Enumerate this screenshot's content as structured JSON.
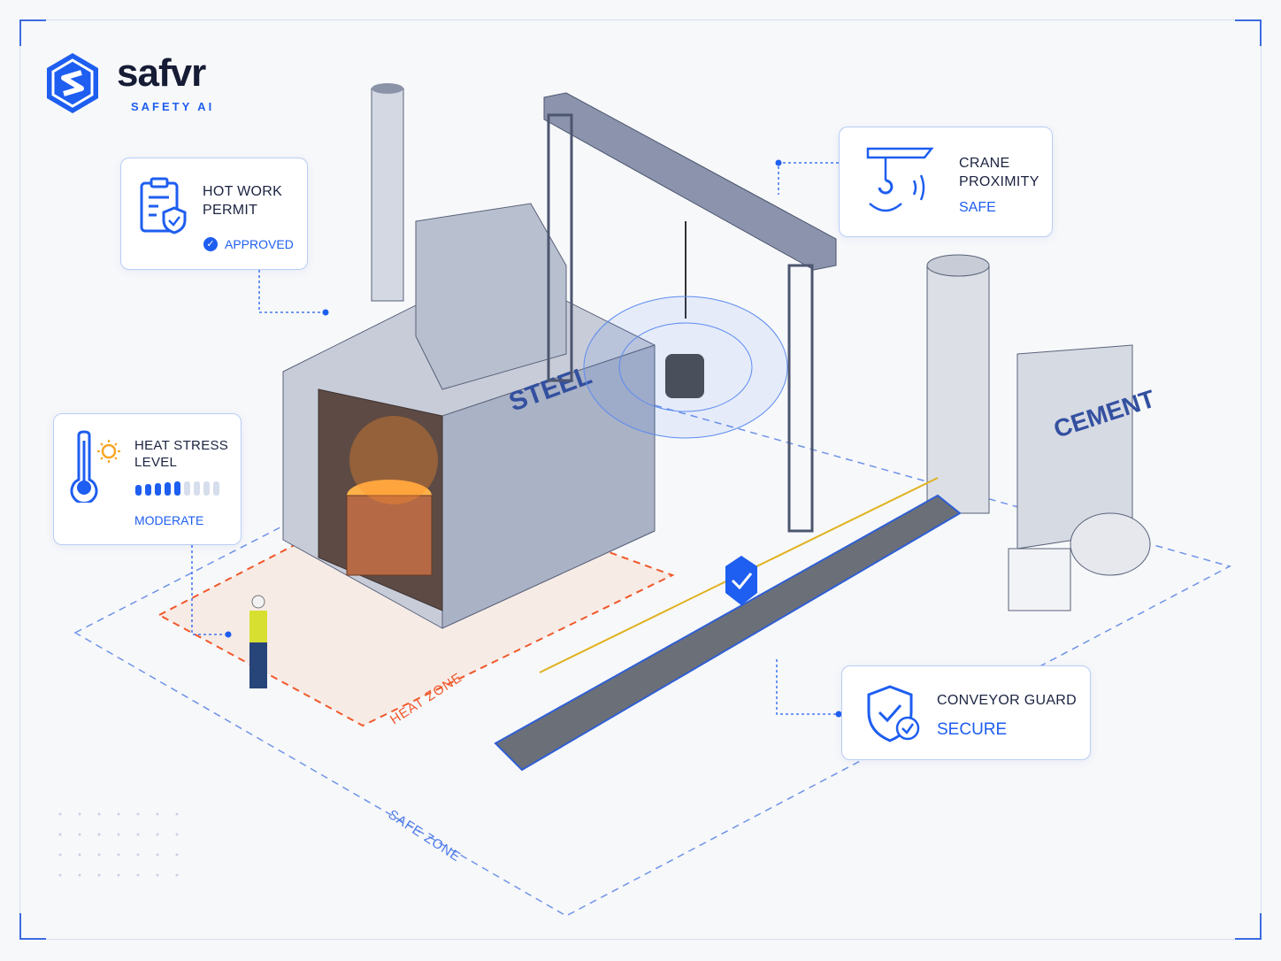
{
  "brand": {
    "name": "safvr",
    "tagline": "SAFETY AI"
  },
  "cards": {
    "hot_work": {
      "title_1": "HOT WORK",
      "title_2": "PERMIT",
      "status": "APPROVED"
    },
    "heat_stress": {
      "title_1": "HEAT STRESS",
      "title_2": "LEVEL",
      "status": "MODERATE",
      "level": 5,
      "level_max": 9
    },
    "crane": {
      "title_1": "CRANE",
      "title_2": "PROXIMITY",
      "status": "SAFE"
    },
    "conveyor": {
      "title": "CONVEYOR GUARD",
      "status": "SECURE"
    }
  },
  "buildings": {
    "steel": "STEEL",
    "cement": "CEMENT"
  },
  "zones": {
    "heat": "HEAT ZONE",
    "safe": "SAFE ZONE"
  },
  "colors": {
    "accent": "#1e5ef0",
    "heat": "#f0582a",
    "sun": "#f5a623"
  }
}
